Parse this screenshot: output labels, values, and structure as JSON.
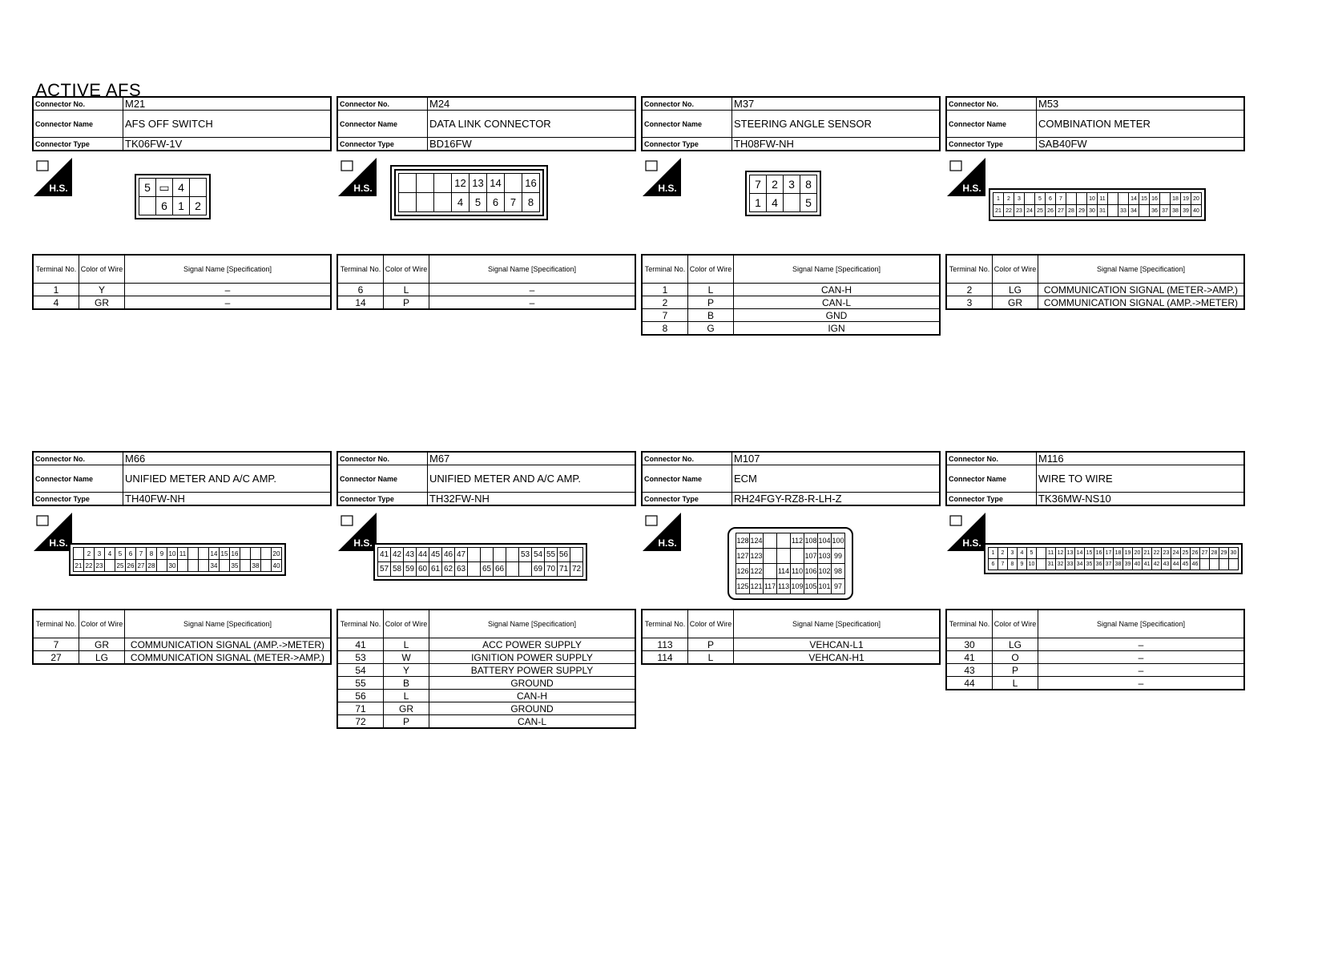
{
  "title": "ACTIVE AFS",
  "labels": {
    "connector_no": "Connector No.",
    "connector_name": "Connector Name",
    "connector_type": "Connector Type",
    "terminal_no": "Terminal No.",
    "color_of_wire": "Color of Wire",
    "signal_name": "Signal Name [Specification]",
    "hs": "H.S."
  },
  "connectors": [
    {
      "no": "M21",
      "name": "AFS OFF SWITCH",
      "type": "TK06FW-1V",
      "pins": [
        [
          "5",
          "▭",
          "4"
        ],
        [
          "",
          "6",
          "1",
          "2"
        ]
      ],
      "rows": [
        [
          "1",
          "Y",
          "–"
        ],
        [
          "4",
          "GR",
          "–"
        ]
      ]
    },
    {
      "no": "M24",
      "name": "DATA LINK CONNECTOR",
      "type": "BD16FW",
      "pins": [
        [
          "",
          "",
          "",
          "12",
          "13",
          "14",
          "",
          "16"
        ],
        [
          "",
          "",
          "",
          "4",
          "5",
          "6",
          "7",
          "8"
        ]
      ],
      "rows": [
        [
          "6",
          "L",
          "–"
        ],
        [
          "14",
          "P",
          "–"
        ]
      ]
    },
    {
      "no": "M37",
      "name": "STEERING ANGLE SENSOR",
      "type": "TH08FW-NH",
      "pins": [
        [
          "7",
          "2",
          "3",
          "8"
        ],
        [
          "1",
          "4",
          "",
          "5"
        ]
      ],
      "rows": [
        [
          "1",
          "L",
          "CAN-H"
        ],
        [
          "2",
          "P",
          "CAN-L"
        ],
        [
          "7",
          "B",
          "GND"
        ],
        [
          "8",
          "G",
          "IGN"
        ]
      ]
    },
    {
      "no": "M53",
      "name": "COMBINATION METER",
      "type": "SAB40FW",
      "pins": [
        [
          "1",
          "2",
          "3",
          "",
          "5",
          "6",
          "7",
          "",
          "",
          "10",
          "11",
          "",
          "",
          "14",
          "15",
          "16",
          "",
          "18",
          "19",
          "20"
        ],
        [
          "21",
          "22",
          "23",
          "24",
          "25",
          "26",
          "27",
          "28",
          "29",
          "30",
          "31",
          "",
          "33",
          "34",
          "",
          "36",
          "37",
          "38",
          "39",
          "40"
        ]
      ],
      "rows": [
        [
          "2",
          "LG",
          "COMMUNICATION SIGNAL (METER->AMP.)"
        ],
        [
          "3",
          "GR",
          "COMMUNICATION SIGNAL (AMP.->METER)"
        ]
      ]
    },
    {
      "no": "M66",
      "name": "UNIFIED METER AND A/C AMP.",
      "type": "TH40FW-NH",
      "pins": [
        [
          "",
          "2",
          "3",
          "4",
          "5",
          "6",
          "7",
          "8",
          "9",
          "10",
          "11",
          "",
          "",
          "14",
          "15",
          "16",
          "",
          "",
          "",
          "20"
        ],
        [
          "21",
          "22",
          "23",
          "",
          "25",
          "26",
          "27",
          "28",
          "",
          "30",
          "",
          "",
          "",
          "34",
          "",
          "35",
          "",
          "38",
          "",
          "40"
        ]
      ],
      "rows": [
        [
          "7",
          "GR",
          "COMMUNICATION SIGNAL (AMP.->METER)"
        ],
        [
          "27",
          "LG",
          "COMMUNICATION SIGNAL (METER->AMP.)"
        ]
      ]
    },
    {
      "no": "M67",
      "name": "UNIFIED METER AND A/C AMP.",
      "type": "TH32FW-NH",
      "pins": [
        [
          "41",
          "42",
          "43",
          "44",
          "45",
          "46",
          "47",
          "",
          "",
          "",
          "",
          "53",
          "54",
          "55",
          "56"
        ],
        [
          "57",
          "58",
          "59",
          "60",
          "61",
          "62",
          "63",
          "",
          "65",
          "66",
          "",
          "",
          "69",
          "70",
          "71",
          "72"
        ]
      ],
      "rows": [
        [
          "41",
          "L",
          "ACC POWER SUPPLY"
        ],
        [
          "53",
          "W",
          "IGNITION POWER SUPPLY"
        ],
        [
          "54",
          "Y",
          "BATTERY POWER SUPPLY"
        ],
        [
          "55",
          "B",
          "GROUND"
        ],
        [
          "56",
          "L",
          "CAN-H"
        ],
        [
          "71",
          "GR",
          "GROUND"
        ],
        [
          "72",
          "P",
          "CAN-L"
        ]
      ]
    },
    {
      "no": "M107",
      "name": "ECM",
      "type": "RH24FGY-RZ8-R-LH-Z",
      "pins": [
        [
          "128",
          "124",
          "",
          "",
          "112",
          "108",
          "104",
          "100"
        ],
        [
          "127",
          "123",
          "",
          "",
          "",
          "107",
          "103",
          "99"
        ],
        [
          "126",
          "122",
          "",
          "114",
          "110",
          "106",
          "102",
          "98"
        ],
        [
          "125",
          "121",
          "117",
          "113",
          "109",
          "105",
          "101",
          "97"
        ]
      ],
      "rows": [
        [
          "113",
          "P",
          "VEHCAN-L1"
        ],
        [
          "114",
          "L",
          "VEHCAN-H1"
        ]
      ]
    },
    {
      "no": "M116",
      "name": "WIRE TO WIRE",
      "type": "TK36MW-NS10",
      "pins": [
        [
          "1",
          "2",
          "3",
          "4",
          "5",
          "",
          "11",
          "12",
          "13",
          "14",
          "15",
          "16",
          "17",
          "18",
          "19",
          "20",
          "21",
          "22",
          "23",
          "24",
          "25",
          "26",
          "27",
          "28",
          "29",
          "30"
        ],
        [
          "6",
          "7",
          "8",
          "9",
          "10",
          "",
          "31",
          "32",
          "33",
          "34",
          "35",
          "36",
          "37",
          "38",
          "39",
          "40",
          "41",
          "42",
          "43",
          "44",
          "45",
          "46"
        ]
      ],
      "rows": [
        [
          "30",
          "LG",
          "–"
        ],
        [
          "41",
          "O",
          "–"
        ],
        [
          "43",
          "P",
          "–"
        ],
        [
          "44",
          "L",
          "–"
        ]
      ]
    }
  ]
}
